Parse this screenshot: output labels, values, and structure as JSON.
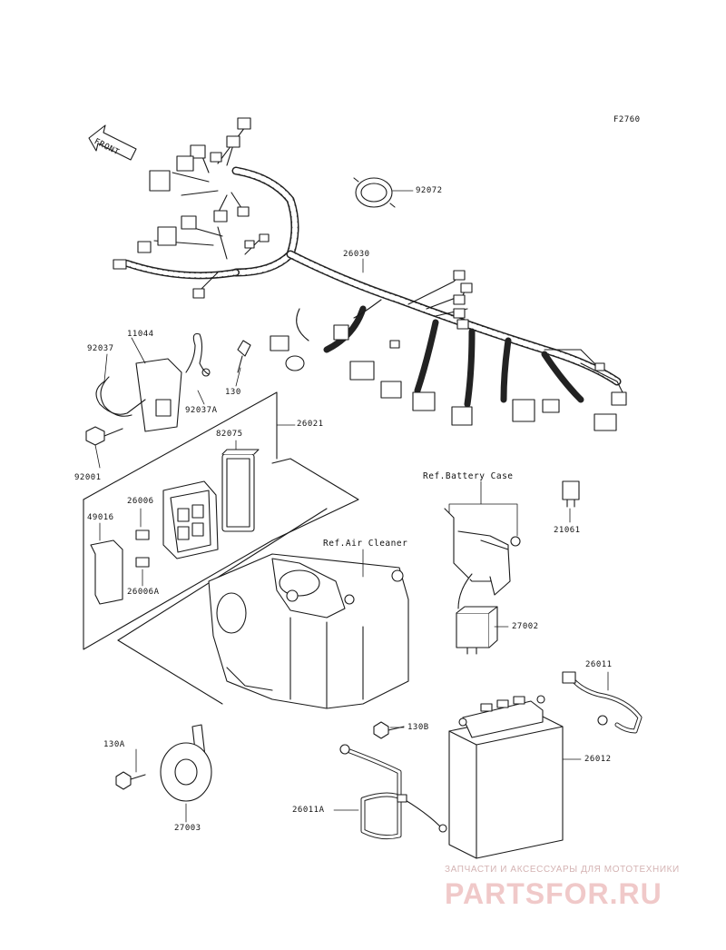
{
  "figure_code": "F2760",
  "front_label": "FRONT",
  "refs": {
    "battery_case": "Ref.Battery Case",
    "air_cleaner": "Ref.Air Cleaner"
  },
  "parts": {
    "p92072": "92072",
    "p26030": "26030",
    "p11044": "11044",
    "p92037": "92037",
    "p130": "130",
    "p92037A": "92037A",
    "p26021": "26021",
    "p82075": "82075",
    "p92001": "92001",
    "p26006": "26006",
    "p49016": "49016",
    "p26006A": "26006A",
    "p21061": "21061",
    "p27002": "27002",
    "p26011": "26011",
    "p130B": "130B",
    "p130A": "130A",
    "p26012": "26012",
    "p26011A": "26011A",
    "p27003": "27003"
  },
  "watermark": {
    "tagline": "ЗАПЧАСТИ И АКСЕССУАРЫ ДЛЯ МОТОТЕХНИКИ",
    "brand": "PARTSFOR.RU"
  }
}
